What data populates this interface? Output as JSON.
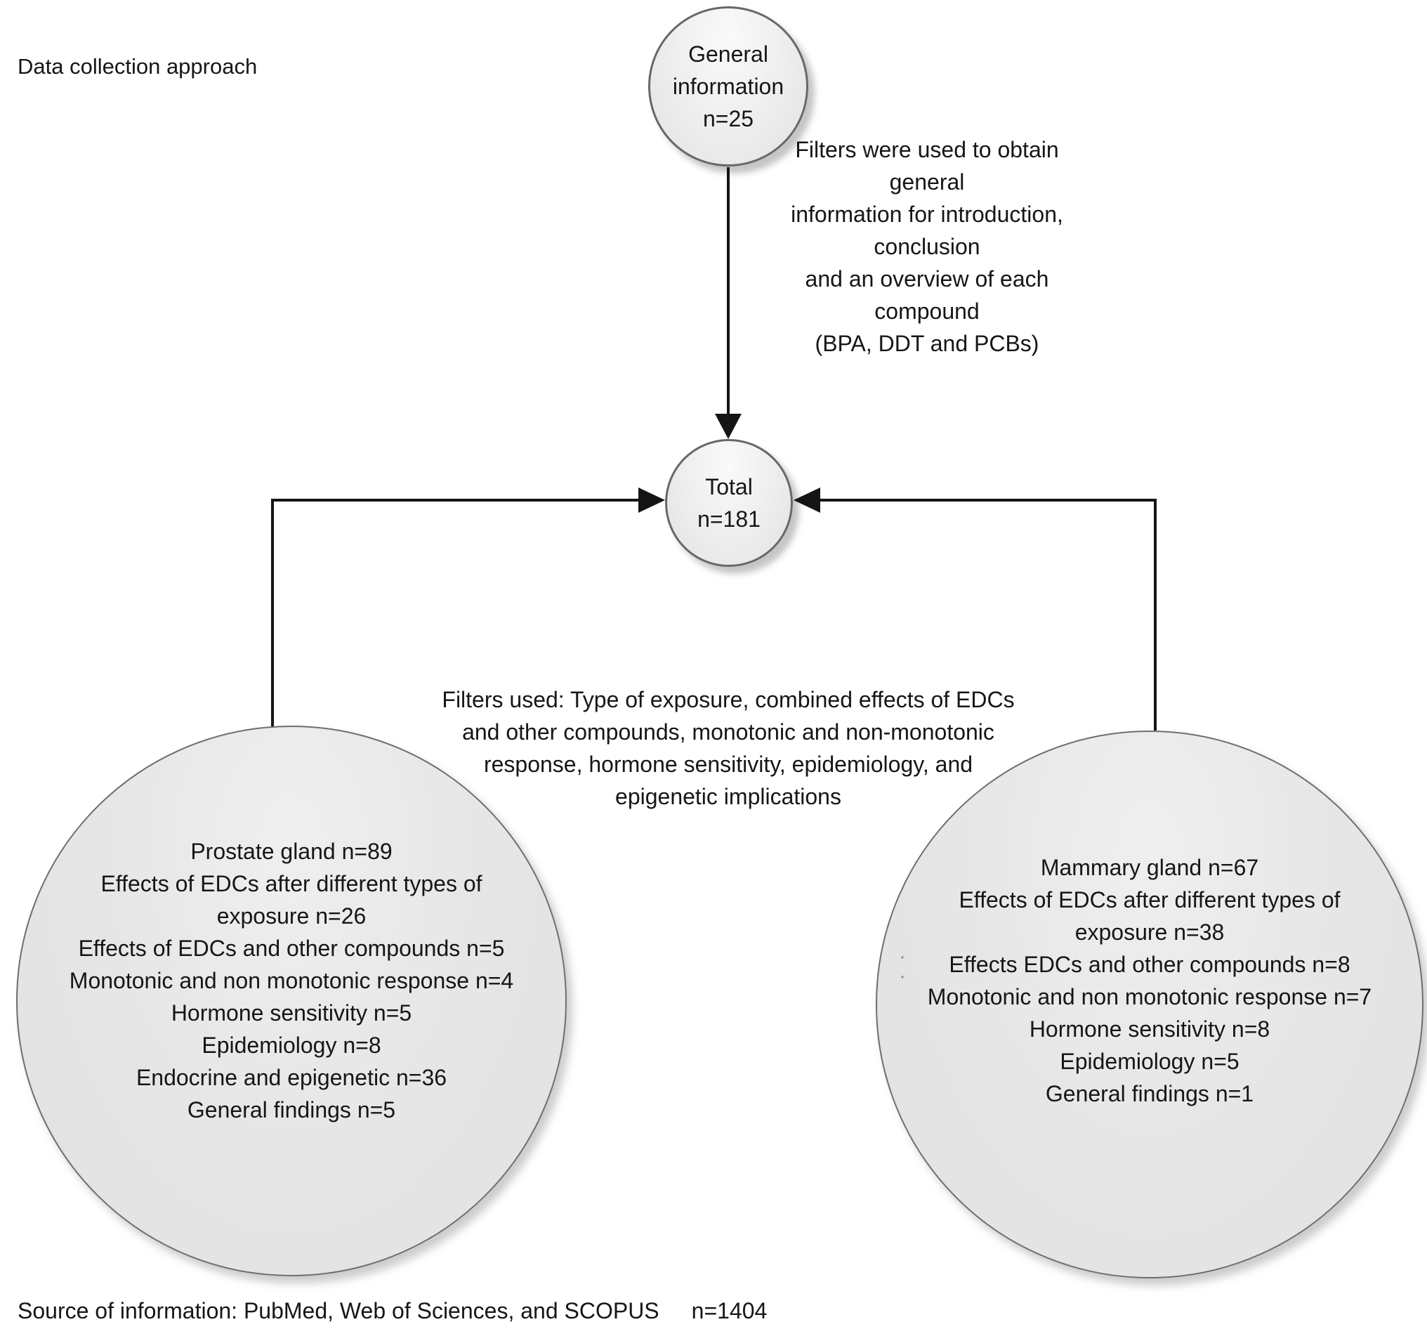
{
  "title": "Data collection approach",
  "nodes": {
    "general_information": {
      "line1": "General",
      "line2": "information",
      "line3": "n=25"
    },
    "total": {
      "line1": "Total",
      "line2": "n=181"
    },
    "prostate": {
      "lines": [
        "Prostate gland n=89",
        "Effects of EDCs after different types of",
        "exposure n=26",
        "Effects of EDCs and other compounds n=5",
        "Monotonic and non monotonic response n=4",
        "Hormone sensitivity n=5",
        "Epidemiology n=8",
        "Endocrine and epigenetic n=36",
        "General findings n=5"
      ]
    },
    "mammary": {
      "lines": [
        "Mammary gland n=67",
        "Effects of EDCs after different types of",
        "exposure n=38",
        "Effects EDCs and other compounds n=8",
        "Monotonic and non monotonic response n=7",
        "Hormone sensitivity n=8",
        "Epidemiology n=5",
        "General findings n=1"
      ]
    }
  },
  "annotations": {
    "general_filters": {
      "lines": [
        "Filters were used to obtain general",
        "information for introduction, conclusion",
        "and an overview of each compound",
        "(BPA, DDT and PCBs)"
      ]
    },
    "total_filters": {
      "lines": [
        "Filters used: Type of exposure, combined effects of EDCs",
        "and other compounds, monotonic and non-monotonic",
        "response, hormone sensitivity, epidemiology, and",
        "epigenetic implications"
      ]
    }
  },
  "footer": {
    "source": "Source of information: PubMed, Web of Sciences, and SCOPUS",
    "count": "n=1404"
  },
  "colors": {
    "node_fill": "#e3e3e3",
    "node_fill_light": "#fafafa",
    "node_border": "#686868",
    "text": "#161616",
    "arrow": "#151515"
  }
}
